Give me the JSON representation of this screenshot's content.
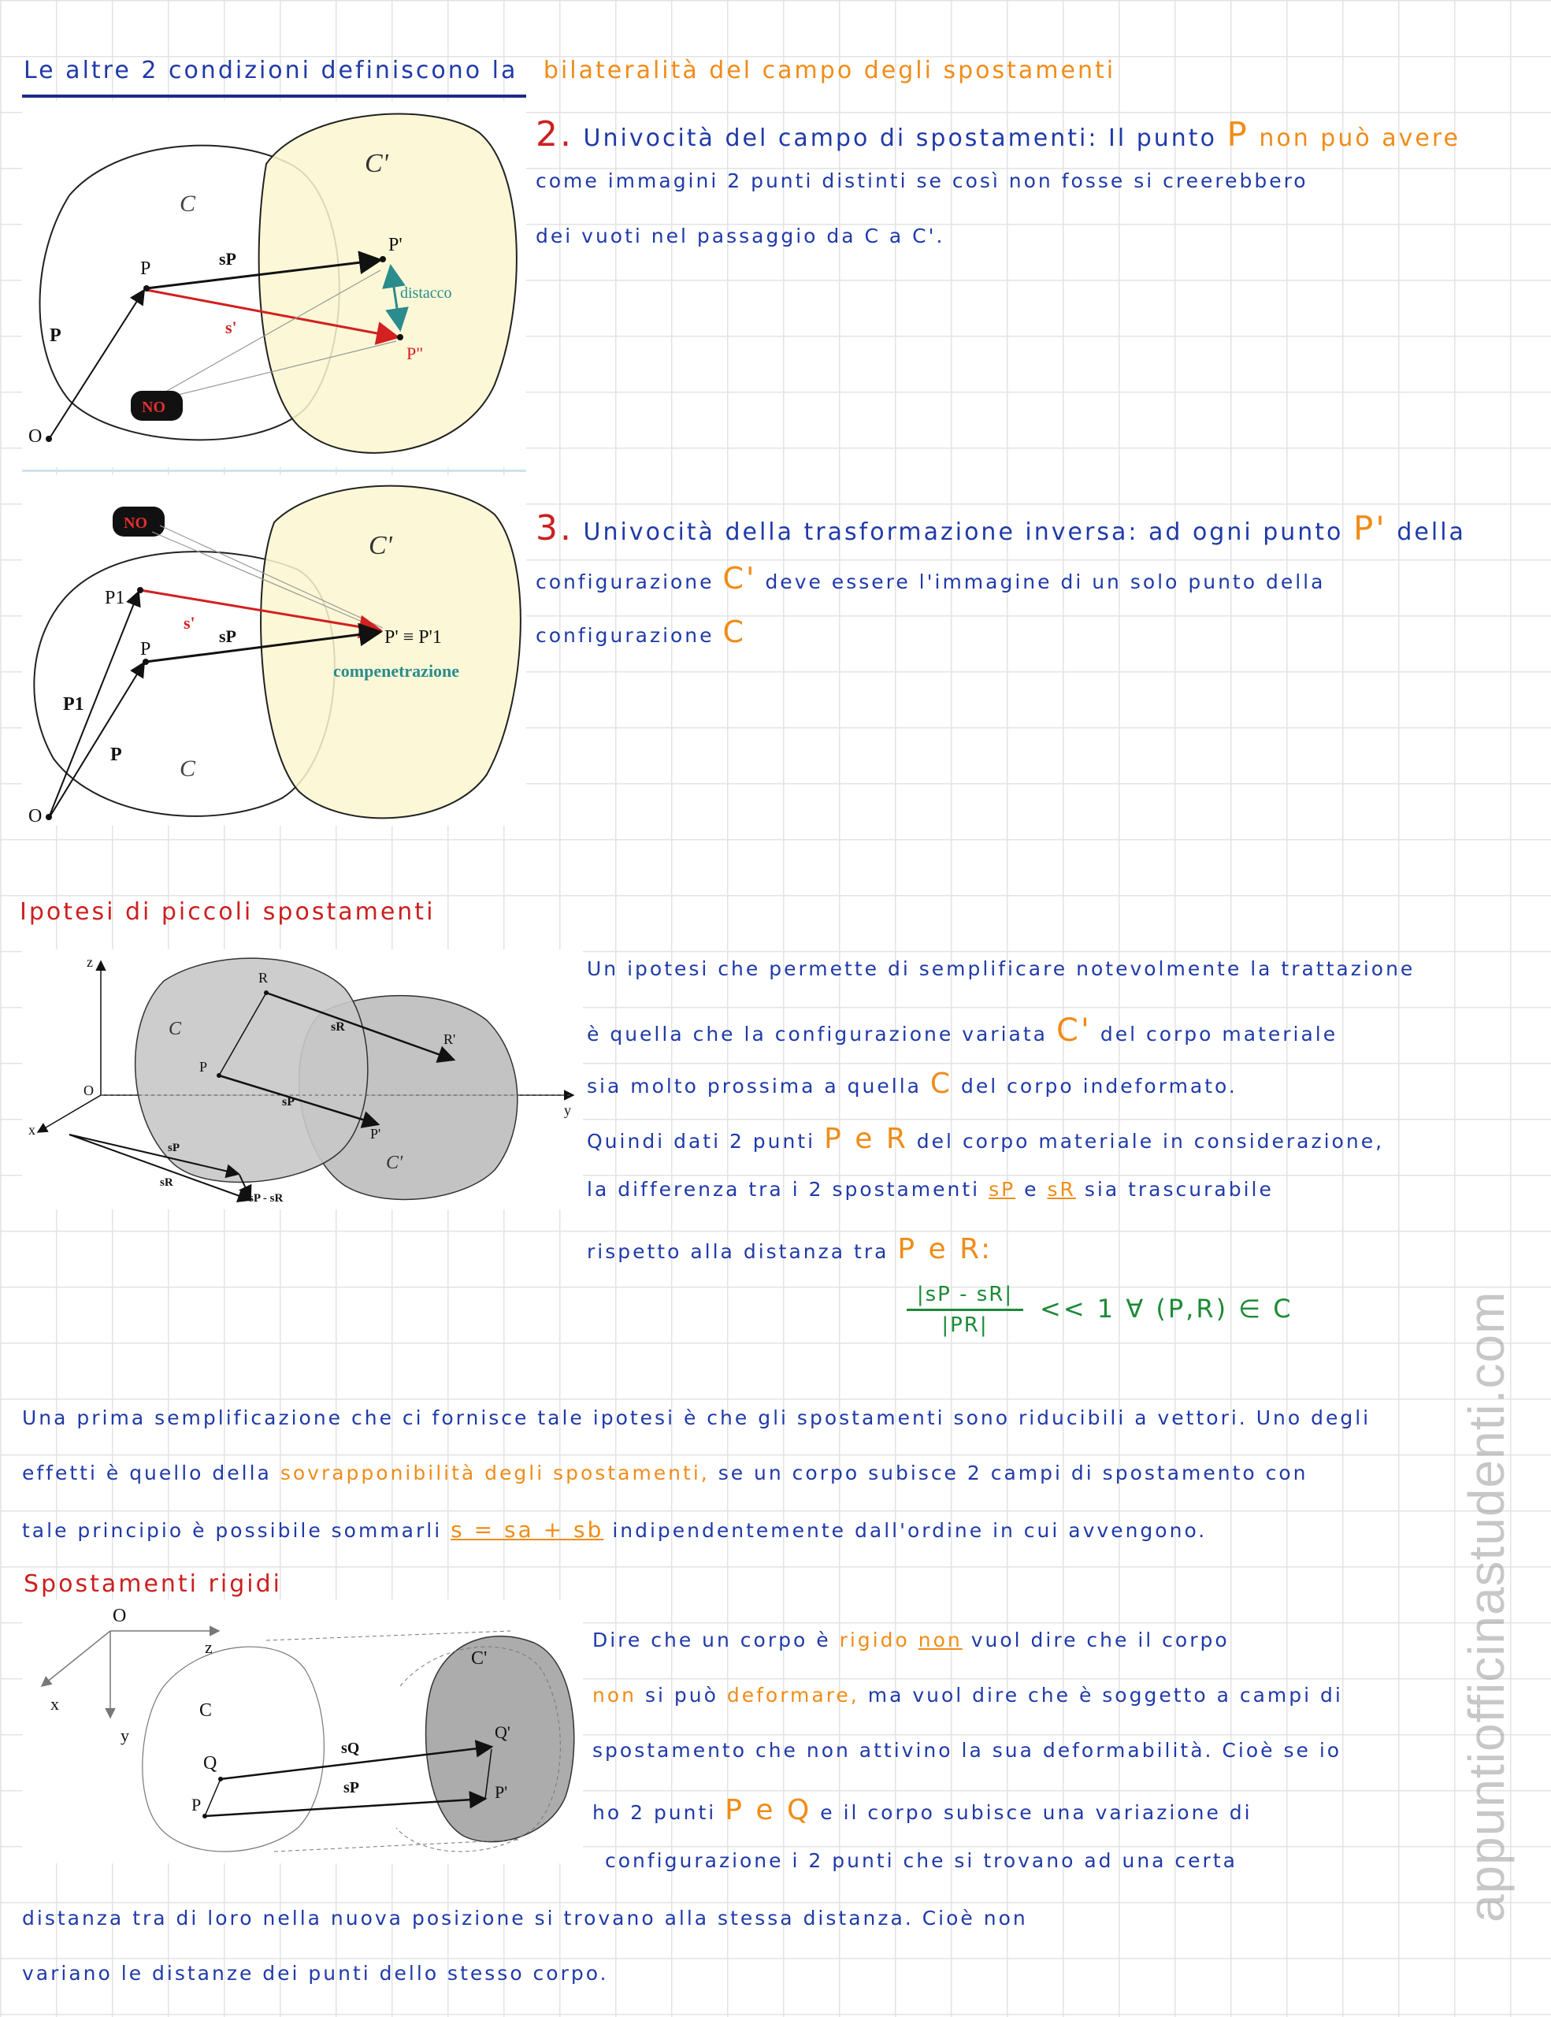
{
  "colors": {
    "blue": "#1f3aa8",
    "red": "#cc1f1f",
    "orange": "#f08c18",
    "green": "#1c8a36",
    "rule": "#1f2a8a",
    "fill": "#fbf7d0",
    "grey": "#c8c8c8"
  },
  "header": {
    "line1_a": "Le altre 2 condizioni definiscono la",
    "line1_b": "bilateralità del campo degli spostamenti"
  },
  "point2": {
    "num": "2.",
    "l1_a": "Univocità del campo di spostamenti: Il punto",
    "l1_p": "P",
    "l1_b": "non può avere",
    "l2": "come immagini 2 punti distinti se così non fosse si creerebbero",
    "l3": "dei vuoti nel passaggio da C a C'."
  },
  "fig1": {
    "c_prime": "C'",
    "c": "C",
    "p": "P",
    "sp": "sP",
    "p_prime": "P'",
    "distacco": "distacco",
    "s_prime": "s'",
    "p_vec": "P",
    "p_dd": "P\"",
    "no": "NO",
    "o": "O"
  },
  "point3": {
    "num": "3.",
    "l1_a": "Univocità della trasformazione inversa: ad ogni punto",
    "l1_p": "P'",
    "l1_b": "della",
    "l2_a": "configurazione",
    "l2_c": "C'",
    "l2_b": "deve essere l'immagine di un solo punto della",
    "l3_a": "configurazione",
    "l3_c": "C"
  },
  "fig2": {
    "no": "NO",
    "c_prime": "C'",
    "p1": "P1",
    "s_prime": "s'",
    "p": "P",
    "sp": "sP",
    "p_eq": "P' ≡ P'1",
    "compenetrazione": "compenetrazione",
    "p1_vec": "P1",
    "p_vec": "P",
    "c": "C",
    "o": "O"
  },
  "section_small": {
    "title": "Ipotesi di piccoli spostamenti"
  },
  "small": {
    "l1": "Un ipotesi che permette di semplificare notevolmente la trattazione",
    "l2_a": "è quella che la configurazione variata",
    "l2_c": "C'",
    "l2_b": "del corpo materiale",
    "l3_a": "sia molto prossima a quella",
    "l3_c": "C",
    "l3_b": "del corpo indeformato.",
    "l4_a": "Quindi dati 2 punti",
    "l4_pr": "P e R",
    "l4_b": "del corpo materiale in considerazione,",
    "l5_a": "la differenza tra i 2 spostamenti",
    "l5_sp": "sP",
    "l5_e": "e",
    "l5_sr": "sR",
    "l5_b": "sia trascurabile",
    "l6_a": "rispetto alla distanza tra",
    "l6_pr": "P e R:",
    "formula_num": "|sP - sR|",
    "formula_den": "|PR|",
    "formula_rest": "<< 1  ∀ (P,R) ∈ C"
  },
  "fig3": {
    "z": "z",
    "r": "R",
    "c": "C",
    "sr": "sR",
    "r_prime": "R'",
    "p": "P",
    "o": "O",
    "sp": "sP",
    "y": "y",
    "x": "x",
    "p_prime": "P'",
    "c_prime": "C'",
    "sp2": "sP",
    "sr2": "sR",
    "diff": "sP - sR"
  },
  "para": {
    "l1_a": "Una prima semplificazione che ci fornisce tale ipotesi è che gli spostamenti sono riducibili a vettori.",
    "l1_b": "Uno degli",
    "l2_a": "effetti è quello della",
    "l2_o": "sovrapponibilità degli spostamenti,",
    "l2_b": "se un corpo subisce 2 campi di spostamento con",
    "l3_a": "tale principio è possibile sommarli",
    "l3_f": "s = sa + sb",
    "l3_b": "indipendentemente dall'ordine in cui avvengono."
  },
  "section_rigid": {
    "title": "Spostamenti rigidi"
  },
  "rigid": {
    "l1_a": "Dire che un corpo è",
    "l1_r": "rigido",
    "l1_non": "non",
    "l1_b": "vuol dire che il corpo",
    "l2_non": "non",
    "l2_a": "si può",
    "l2_d": "deformare,",
    "l2_b": "ma vuol dire che è soggetto a campi di",
    "l3": "spostamento che non attivino la sua deformabilità. Cioè se io",
    "l4_a": "ho 2 punti",
    "l4_pq": "P e Q",
    "l4_b": "e il corpo subisce una variazione di",
    "l5": "configurazione i 2 punti che si trovano ad una certa",
    "l6": "distanza tra di loro nella nuova posizione si trovano alla stessa distanza. Cioè non",
    "l7": "variano le distanze dei punti dello stesso corpo."
  },
  "fig4": {
    "o": "O",
    "z": "z",
    "x": "x",
    "y": "y",
    "c": "C",
    "c_prime": "C'",
    "q": "Q",
    "sq": "sQ",
    "q_prime": "Q'",
    "p": "P",
    "sp": "sP",
    "p_prime": "P'"
  },
  "watermark": "appuntiofficinastudenti.com"
}
